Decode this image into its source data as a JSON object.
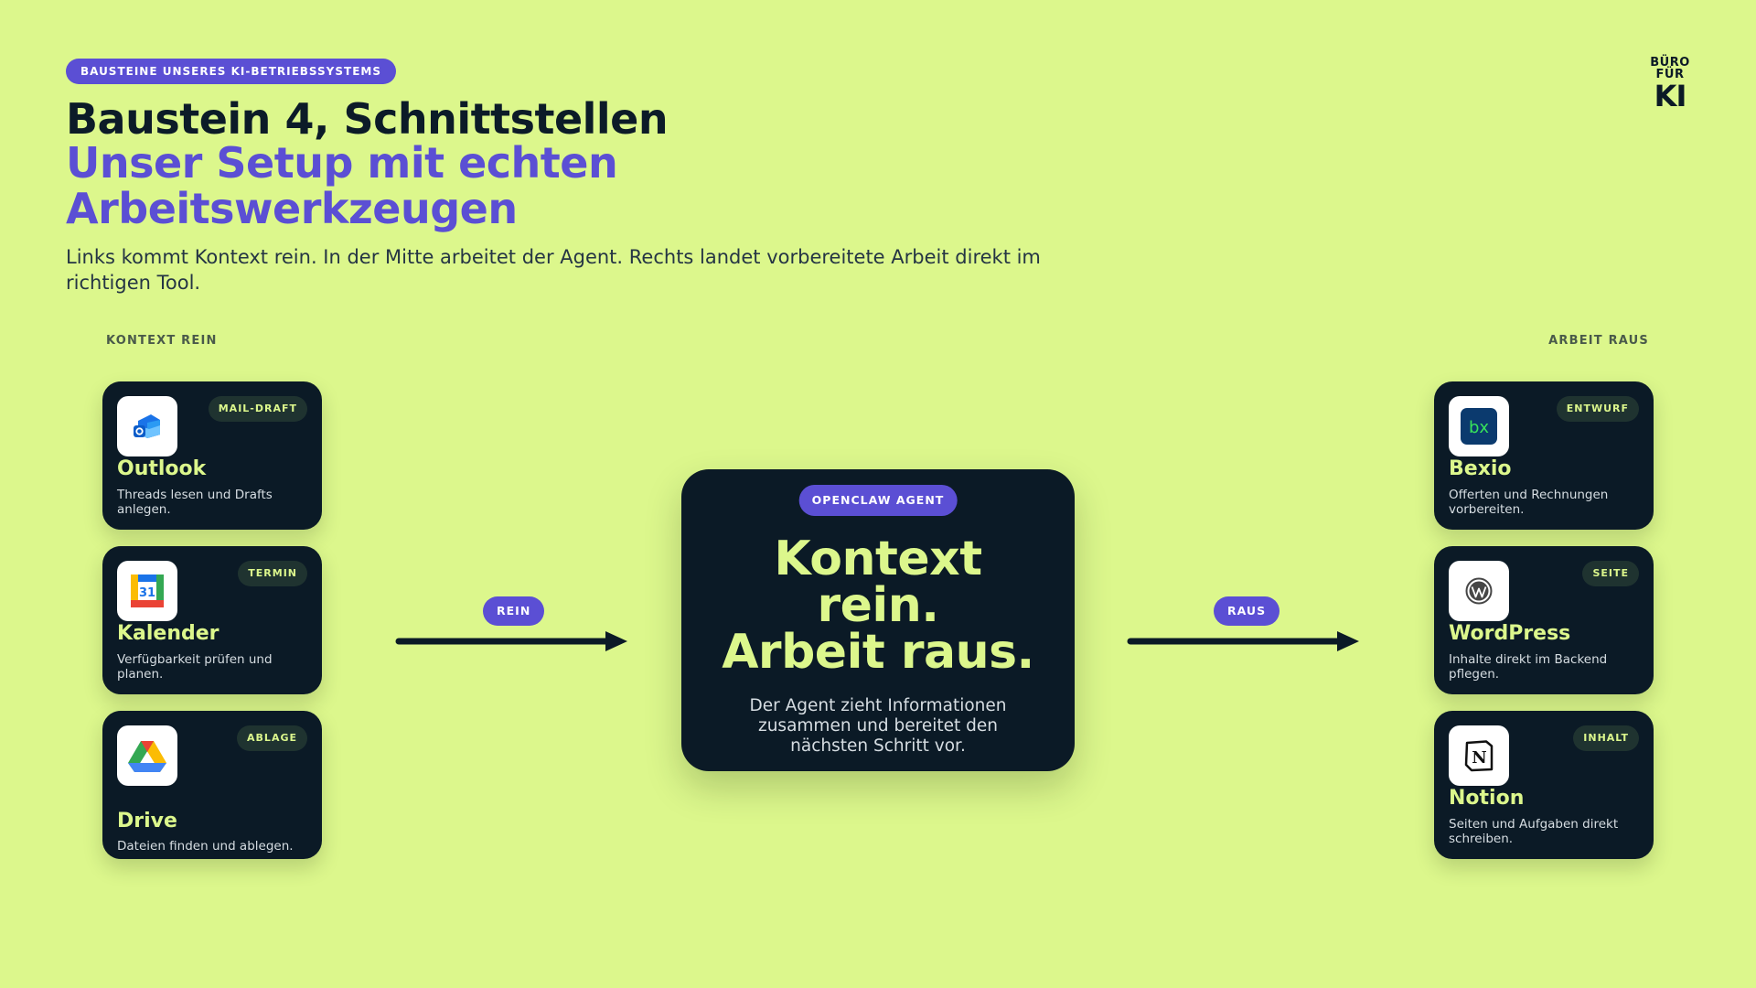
{
  "header": {
    "eyebrow": "BAUSTEINE UNSERES KI-BETRIEBSSYSTEMS",
    "title": "Baustein 4, Schnittstellen",
    "subtitle": "Unser Setup mit echten Arbeitswerkzeugen",
    "intro": "Links kommt Kontext rein. In der Mitte arbeitet der Agent. Rechts landet vorbereitete Arbeit direkt im richtigen Tool."
  },
  "logo": {
    "line1": "BÜRO",
    "line2": "FÜR",
    "line3": "KI"
  },
  "left": {
    "label": "KONTEXT REIN",
    "cards": [
      {
        "name": "Outlook",
        "tag": "MAIL-DRAFT",
        "desc": "Threads lesen und Drafts anlegen.",
        "icon": "outlook-icon"
      },
      {
        "name": "Kalender",
        "tag": "TERMIN",
        "desc": "Verfügbarkeit prüfen und planen.",
        "icon": "google-calendar-icon",
        "icon_text": "31"
      },
      {
        "name": "Drive",
        "tag": "ABLAGE",
        "desc": "Dateien finden und ablegen.",
        "icon": "google-drive-icon"
      }
    ]
  },
  "right": {
    "label": "ARBEIT RAUS",
    "cards": [
      {
        "name": "Bexio",
        "tag": "ENTWURF",
        "desc": "Offerten und Rechnungen vorbereiten.",
        "icon": "bexio-icon",
        "icon_text": "bx"
      },
      {
        "name": "WordPress",
        "tag": "SEITE",
        "desc": "Inhalte direkt im Backend pflegen.",
        "icon": "wordpress-icon"
      },
      {
        "name": "Notion",
        "tag": "INHALT",
        "desc": "Seiten und Aufgaben direkt schreiben.",
        "icon": "notion-icon",
        "icon_text": "N"
      }
    ]
  },
  "center": {
    "badge": "OPENCLAW AGENT",
    "headline_1": "Kontext",
    "headline_2": "rein.",
    "headline_3": "Arbeit raus.",
    "sub": "Der Agent zieht Informationen zusammen und bereitet den nächsten Schritt vor."
  },
  "arrows": {
    "in_label": "REIN",
    "out_label": "RAUS"
  },
  "colors": {
    "background": "#dcf78c",
    "card": "#0b1a26",
    "accent": "#5b4fd4",
    "highlight": "#dcf78c"
  }
}
